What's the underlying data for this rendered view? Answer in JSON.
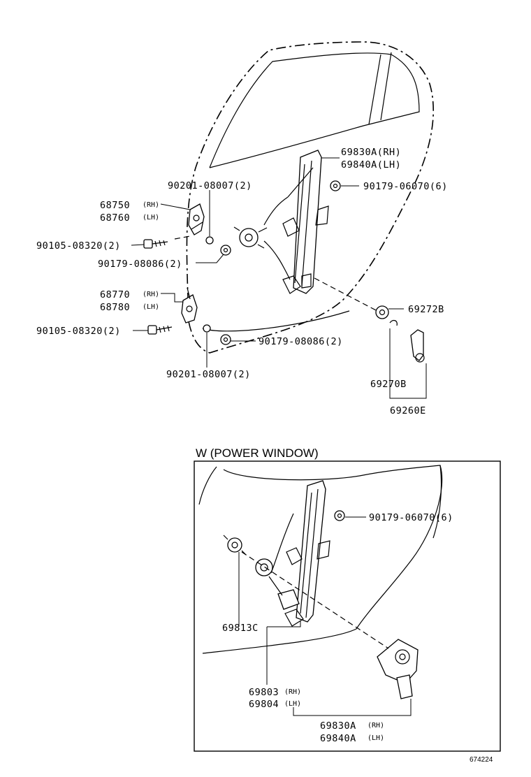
{
  "labels": {
    "p69830a_top": "69830A(RH)",
    "p69840a_top": "69840A(LH)",
    "p90179_06070_top": "90179-06070(6)",
    "p90201_top": "90201-08007(2)",
    "p68750": "68750",
    "p68760": "68760",
    "rh_a": "(RH)",
    "lh_a": "(LH)",
    "p90105_top": "90105-08320(2)",
    "p90179_08086_top": "90179-08086(2)",
    "p68770": "68770",
    "p68780": "68780",
    "rh_b": "(RH)",
    "lh_b": "(LH)",
    "p69272b": "69272B",
    "p90105_bot": "90105-08320(2)",
    "p90179_08086_bot": "90179-08086(2)",
    "p90201_bot": "90201-08007(2)",
    "p69270b": "69270B",
    "p69260e": "69260E",
    "section_title": "W (POWER WINDOW)",
    "p90179_06070_bot": "90179-06070(6)",
    "p69813c": "69813C",
    "p69803": "69803",
    "p69804": "69804",
    "rh_c": "(RH)",
    "lh_c": "(LH)",
    "p69830a_bot": "69830A",
    "p69840a_bot": "69840A",
    "rh_d": "(RH)",
    "lh_d": "(LH)",
    "figure_number": "674224"
  }
}
